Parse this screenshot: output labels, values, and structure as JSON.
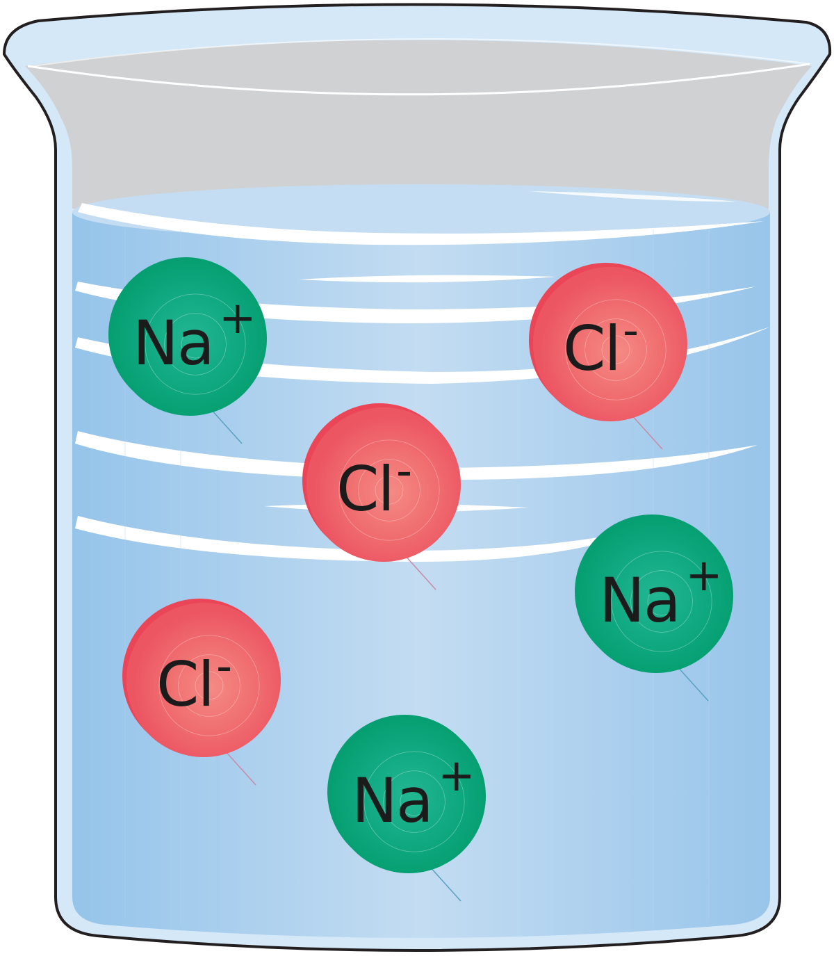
{
  "diagram": {
    "subject": "sodium chloride dissolved in water",
    "ions": [
      {
        "symbol": "Na",
        "charge": "+",
        "kind": "cation"
      },
      {
        "symbol": "Cl",
        "charge": "-",
        "kind": "anion"
      },
      {
        "symbol": "Cl",
        "charge": "-",
        "kind": "anion"
      },
      {
        "symbol": "Na",
        "charge": "+",
        "kind": "cation"
      },
      {
        "symbol": "Cl",
        "charge": "-",
        "kind": "anion"
      },
      {
        "symbol": "Na",
        "charge": "+",
        "kind": "cation"
      }
    ]
  },
  "colors": {
    "cation": "#079f72",
    "cation_light": "#12ad86",
    "anion": "#ee5563",
    "anion_light": "#f07574",
    "water": "#a9cdec",
    "water_light": "#c4ddf2",
    "glass": "#d5e8f8",
    "glass_inner": "#cfd1d3",
    "outline": "#231f20"
  }
}
